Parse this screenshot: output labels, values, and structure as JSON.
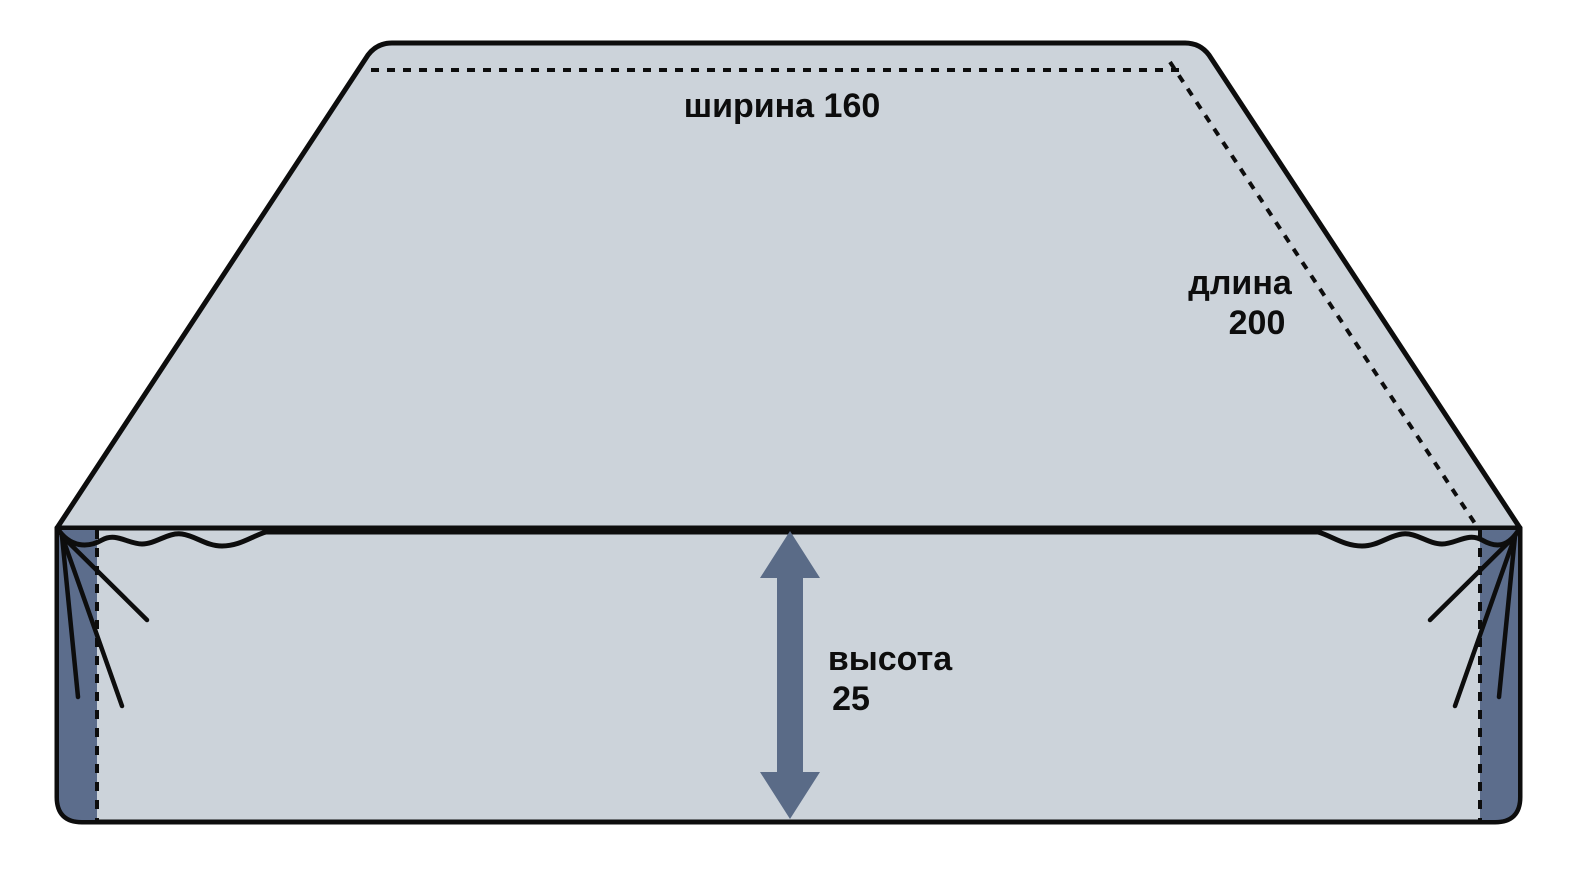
{
  "diagram": {
    "kind": "mattress-dimensions-diagram",
    "language": "ru",
    "labels": {
      "width": "ширина 160",
      "length_line1": "длина",
      "length_line2": "200",
      "height_line1": "высота",
      "height_line2": "25"
    },
    "measurements": {
      "width_value": "160",
      "length_value": "200",
      "height_value": "25",
      "width_name": "ширина",
      "length_name": "длина",
      "height_name": "высота"
    },
    "colors": {
      "body_fill": "#ccd3da",
      "side_panel_fill": "#5c6d8c",
      "outline": "#0d0d0d",
      "arrow": "#5a6b87",
      "background": "#ffffff",
      "text": "#0d0d0d"
    }
  }
}
